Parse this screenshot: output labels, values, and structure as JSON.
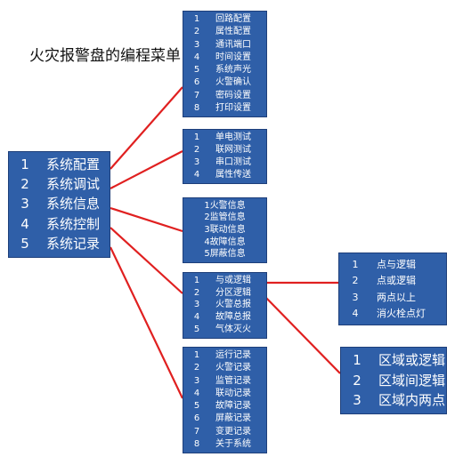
{
  "title": "火灾报警盘的编程菜单",
  "main_menu": [
    {
      "num": "1",
      "label": "系统配置"
    },
    {
      "num": "2",
      "label": "系统调试"
    },
    {
      "num": "3",
      "label": "系统信息"
    },
    {
      "num": "4",
      "label": "系统控制"
    },
    {
      "num": "5",
      "label": "系统记录"
    }
  ],
  "config_menu": [
    {
      "num": "1",
      "label": "回路配置"
    },
    {
      "num": "2",
      "label": "属性配置"
    },
    {
      "num": "3",
      "label": "通讯端口"
    },
    {
      "num": "4",
      "label": "时间设置"
    },
    {
      "num": "5",
      "label": "系统声光"
    },
    {
      "num": "6",
      "label": "火警确认"
    },
    {
      "num": "7",
      "label": "密码设置"
    },
    {
      "num": "8",
      "label": "打印设置"
    }
  ],
  "debug_menu": [
    {
      "num": "1",
      "label": "单电测试"
    },
    {
      "num": "2",
      "label": "联网测试"
    },
    {
      "num": "3",
      "label": "串口测试"
    },
    {
      "num": "4",
      "label": "属性传送"
    }
  ],
  "info_menu": [
    {
      "num": "1",
      "label": "火警信息"
    },
    {
      "num": "2",
      "label": "监管信息"
    },
    {
      "num": "3",
      "label": "联动信息"
    },
    {
      "num": "4",
      "label": "故障信息"
    },
    {
      "num": "5",
      "label": "屏蔽信息"
    }
  ],
  "control_menu": [
    {
      "num": "1",
      "label": "与或逻辑"
    },
    {
      "num": "2",
      "label": "分区逻辑"
    },
    {
      "num": "3",
      "label": "火警总报"
    },
    {
      "num": "4",
      "label": "故障总报"
    },
    {
      "num": "5",
      "label": "气体灭火"
    }
  ],
  "record_menu": [
    {
      "num": "1",
      "label": "运行记录"
    },
    {
      "num": "2",
      "label": "火警记录"
    },
    {
      "num": "3",
      "label": "监管记录"
    },
    {
      "num": "4",
      "label": "联动记录"
    },
    {
      "num": "5",
      "label": "故障记录"
    },
    {
      "num": "6",
      "label": "屏蔽记录"
    },
    {
      "num": "7",
      "label": "变更记录"
    },
    {
      "num": "8",
      "label": "关于系统"
    }
  ],
  "andor_menu": [
    {
      "num": "1",
      "label": "点与逻辑"
    },
    {
      "num": "2",
      "label": "点或逻辑"
    },
    {
      "num": "3",
      "label": "两点以上"
    },
    {
      "num": "4",
      "label": "消火栓点灯"
    }
  ],
  "zone_menu": [
    {
      "num": "1",
      "label": "区域或逻辑"
    },
    {
      "num": "2",
      "label": "区域间逻辑"
    },
    {
      "num": "3",
      "label": "区域内两点"
    }
  ],
  "colors": {
    "box_fill": "#2f5fa8",
    "box_border": "#1e3f7a",
    "text": "#ffffff",
    "connector": "#e02020"
  }
}
